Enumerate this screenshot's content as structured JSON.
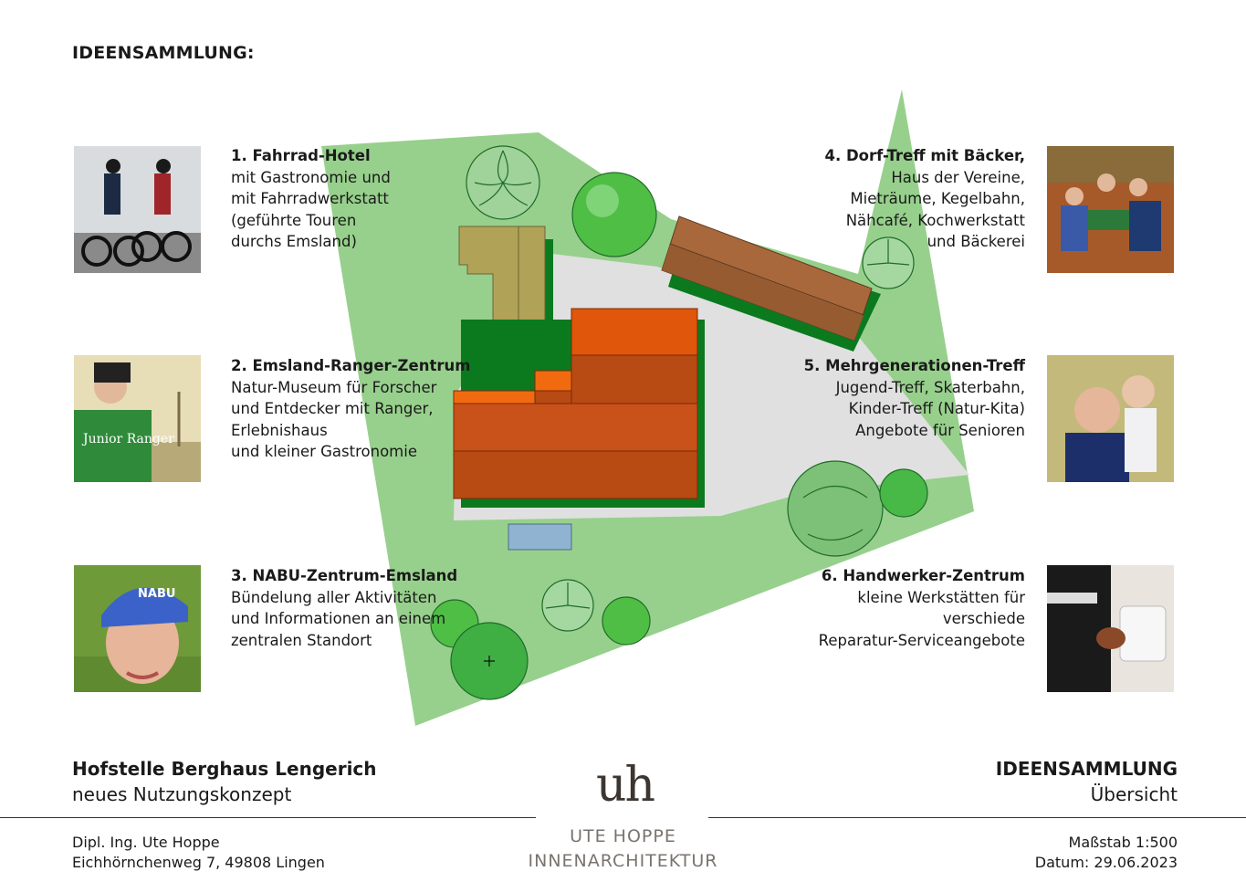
{
  "page_title": "IDEENSAMMLUNG:",
  "ideas": [
    {
      "title": "1. Fahrrad-Hotel",
      "lines": [
        "mit Gastronomie und",
        "mit Fahrradwerkstatt",
        "(geführte Touren",
        "durchs Emsland)"
      ]
    },
    {
      "title": "2. Emsland-Ranger-Zentrum",
      "lines": [
        "Natur-Museum für Forscher",
        "und Entdecker mit Ranger,",
        "Erlebnishaus",
        "und kleiner Gastronomie"
      ]
    },
    {
      "title": "3. NABU-Zentrum-Emsland",
      "lines": [
        "Bündelung aller Aktivitäten",
        "und Informationen an einem",
        "zentralen Standort"
      ]
    },
    {
      "title": "4. Dorf-Treff mit Bäcker,",
      "lines": [
        "Haus der Vereine,",
        "Mieträume, Kegelbahn,",
        "Nähcafé, Kochwerkstatt",
        "und Bäckerei"
      ]
    },
    {
      "title": "5. Mehrgenerationen-Treff",
      "lines": [
        "Jugend-Treff, Skaterbahn,",
        "Kinder-Treff (Natur-Kita)",
        "Angebote für Senioren"
      ]
    },
    {
      "title": "6. Handwerker-Zentrum",
      "lines": [
        "kleine Werkstätten für",
        "verschiede",
        "Reparatur-Serviceangebote"
      ]
    }
  ],
  "photo_labels": {
    "ranger_shirt": "Junior Ranger",
    "nabu_cap": "NABU"
  },
  "footer": {
    "project_title": "Hofstelle Berghaus Lengerich",
    "project_subtitle": "neues Nutzungskonzept",
    "sheet_title": "IDEENSAMMLUNG",
    "sheet_subtitle": "Übersicht",
    "author": "Dipl. Ing. Ute Hoppe",
    "address": "Eichhörnchenweg 7, 49808 Lingen",
    "scale": "Maßstab 1:500",
    "date": "Datum: 29.06.2023",
    "logo_mark": "uh",
    "logo_name": "UTE HOPPE",
    "logo_subname": "INNENARCHITEKTUR"
  },
  "colors": {
    "lawn": "#97d08c",
    "paving": "#e0e0e0",
    "main_roof": "#d2591c",
    "main_roof_dark": "#b84a14",
    "barn_roof": "#a9683c",
    "shed_roof": "#b0a257",
    "shadow": "#0b7a1e",
    "pool": "#8fb3d0"
  }
}
